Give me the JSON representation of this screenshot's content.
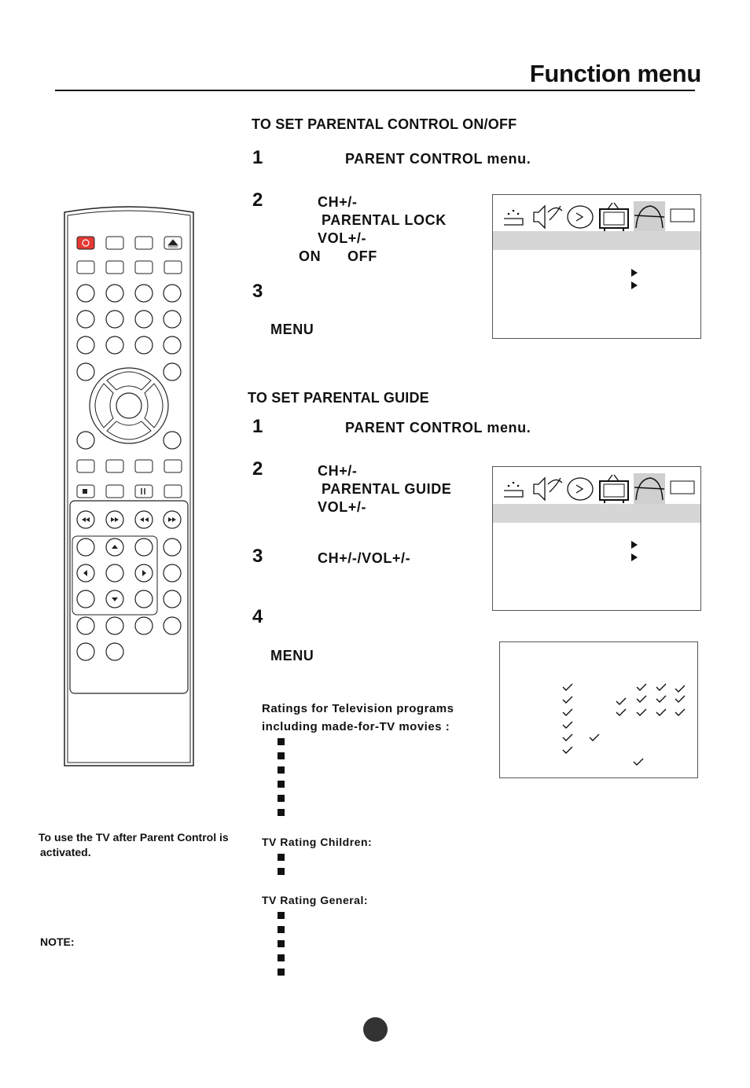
{
  "header": {
    "title": "Function menu"
  },
  "section1": {
    "heading": "TO SET  PARENTAL CONTROL ON/OFF",
    "step1_num": "1",
    "step1_text": "PARENT CONTROL menu.",
    "step2_num": "2",
    "step2_line1": "CH+/-",
    "step2_line2": "PARENTAL LOCK",
    "step2_line3": "VOL+/-",
    "step2_on": "ON",
    "step2_off": "OFF",
    "step3_num": "3",
    "menu_label": "MENU"
  },
  "section2": {
    "heading": "TO SET  PARENTAL GUIDE",
    "step1_num": "1",
    "step1_text": "PARENT CONTROL menu.",
    "step2_num": "2",
    "step2_line1": "CH+/-",
    "step2_line2": "PARENTAL GUIDE",
    "step2_line3": "VOL+/-",
    "step3_num": "3",
    "step3_text": "CH+/-/VOL+/-",
    "step4_num": "4",
    "menu_label": "MENU"
  },
  "ratings": {
    "tv_programs_line1": "Ratings for Television programs",
    "tv_programs_line2": "including made-for-TV movies :",
    "children_label": "TV Rating Children:",
    "general_label": "TV Rating General:"
  },
  "notes": {
    "use_tv_line1": "To use the TV after Parent Control is",
    "use_tv_line2": "activated.",
    "note_label": "NOTE:"
  },
  "menu_icons": [
    "picture-icon",
    "sound-icon",
    "clock-icon",
    "tv-icon",
    "parental-icon",
    "blank-tab"
  ]
}
